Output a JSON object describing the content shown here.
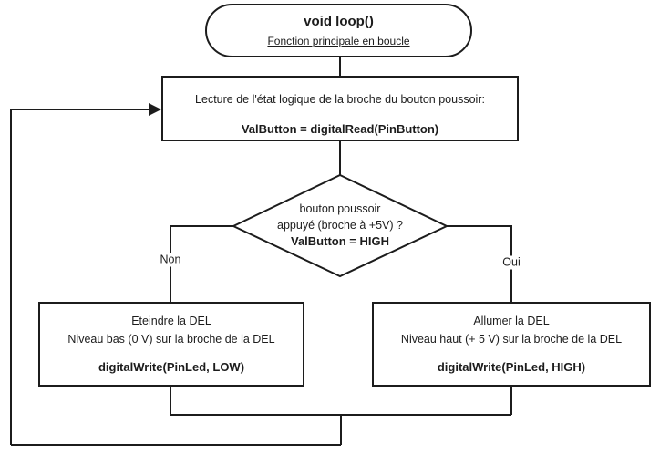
{
  "colors": {
    "background": "#ffffff",
    "stroke": "#1c1c1c",
    "text": "#1c1c1c"
  },
  "flowchart": {
    "start": {
      "title": "void loop()",
      "subtitle": "Fonction principale en boucle"
    },
    "read_step": {
      "line1": "Lecture de l'état logique de la broche du bouton poussoir:",
      "code": "ValButton = digitalRead(PinButton)"
    },
    "decision": {
      "line1": "bouton poussoir",
      "line2": "appuyé (broche à +5V) ?",
      "code": "ValButton = HIGH"
    },
    "branches": {
      "no_label": "Non",
      "yes_label": "Oui"
    },
    "led_off_step": {
      "title": "Eteindre la DEL",
      "line2": "Niveau bas (0 V) sur la broche de la DEL",
      "code": "digitalWrite(PinLed, LOW)"
    },
    "led_on_step": {
      "title": "Allumer la DEL",
      "line2": "Niveau haut (+ 5 V) sur la broche de la DEL",
      "code": "digitalWrite(PinLed, HIGH)"
    }
  }
}
